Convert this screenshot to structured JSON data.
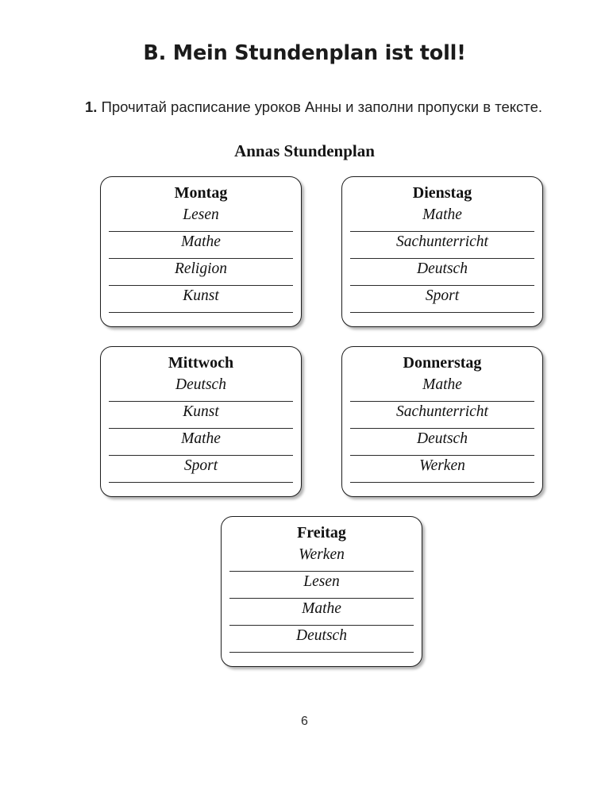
{
  "section": {
    "title": "B. Mein Stundenplan ist toll!"
  },
  "task": {
    "number": "1.",
    "text": "Прочитай расписание уроков Анны и заполни пропуски в тексте."
  },
  "timetable": {
    "heading": "Annas Stundenplan",
    "days": [
      {
        "name": "Montag",
        "lessons": [
          "Lesen",
          "Mathe",
          "Religion",
          "Kunst"
        ]
      },
      {
        "name": "Dienstag",
        "lessons": [
          "Mathe",
          "Sachunterricht",
          "Deutsch",
          "Sport"
        ]
      },
      {
        "name": "Mittwoch",
        "lessons": [
          "Deutsch",
          "Kunst",
          "Mathe",
          "Sport"
        ]
      },
      {
        "name": "Donnerstag",
        "lessons": [
          "Mathe",
          "Sachunterricht",
          "Deutsch",
          "Werken"
        ]
      },
      {
        "name": "Freitag",
        "lessons": [
          "Werken",
          "Lesen",
          "Mathe",
          "Deutsch"
        ]
      }
    ]
  },
  "footer": {
    "page_number": "6"
  },
  "colors": {
    "page_background": "#ffffff",
    "text": "#1a1a1a",
    "card_border": "#1d1d1d",
    "rule": "#2b2b2b"
  }
}
